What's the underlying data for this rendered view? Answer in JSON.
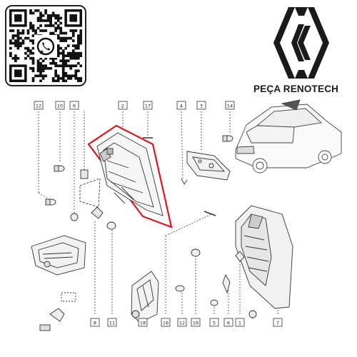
{
  "brand": {
    "name": "PEÇA RENOTECH",
    "logo": "renault-diamond-logo"
  },
  "qr": {
    "icon": "whatsapp-icon"
  },
  "colors": {
    "highlight": "#e0161d",
    "ink": "#333333",
    "background": "#ffffff"
  },
  "callouts": {
    "top": [
      "12",
      "10",
      "9",
      "2",
      "17",
      "4",
      "3",
      "14"
    ],
    "bottom": [
      "8",
      "11",
      "18",
      "16",
      "12",
      "16",
      "5",
      "6",
      "1",
      "7"
    ]
  }
}
